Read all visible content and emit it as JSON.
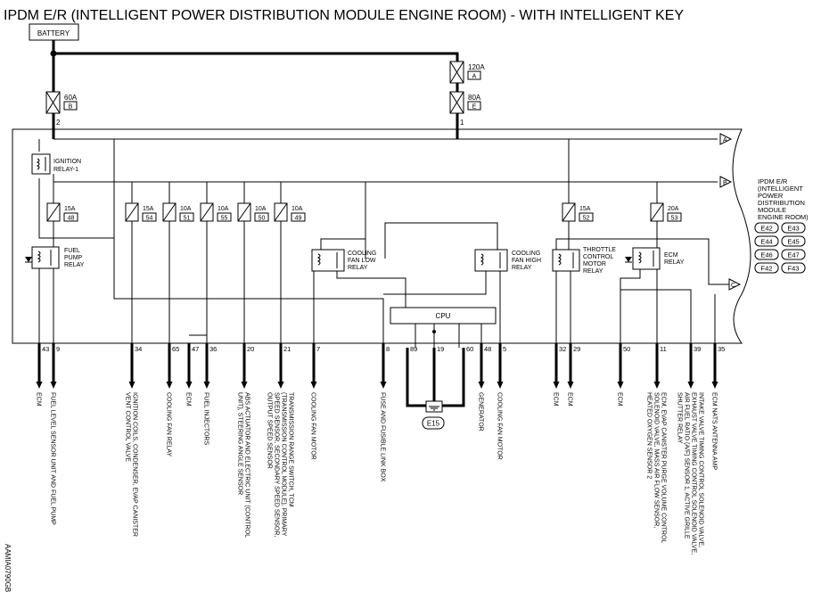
{
  "title": "IPDM E/R (INTELLIGENT POWER DISTRIBUTION MODULE ENGINE ROOM) - WITH INTELLIGENT KEY",
  "battery": "BATTERY",
  "cpu": "CPU",
  "ground": "E15",
  "watermark_code": "AAMIA0790GB",
  "module": {
    "label_lines": [
      "IPDM E/R",
      "(INTELLIGENT",
      "POWER",
      "DISTRIBUTION",
      "MODULE",
      "ENGINE ROOM)"
    ],
    "connectors": [
      [
        "E42",
        "E43"
      ],
      [
        "E44",
        "E45"
      ],
      [
        "E46",
        "E47"
      ],
      [
        "F42",
        "F43"
      ]
    ]
  },
  "links": {
    "a": "A",
    "b": "B",
    "c": "C"
  },
  "fusible_links": [
    {
      "rating": "120A",
      "id": "A"
    },
    {
      "rating": "60A",
      "id": "B",
      "terminal": "2"
    },
    {
      "rating": "80A",
      "id": "E",
      "terminal": "1"
    }
  ],
  "fuses": [
    {
      "rating": "15A",
      "num": "48"
    },
    {
      "rating": "15A",
      "num": "54"
    },
    {
      "rating": "10A",
      "num": "51"
    },
    {
      "rating": "10A",
      "num": "55"
    },
    {
      "rating": "10A",
      "num": "50"
    },
    {
      "rating": "10A",
      "num": "49"
    },
    {
      "rating": "15A",
      "num": "52"
    },
    {
      "rating": "20A",
      "num": "53"
    }
  ],
  "relays": [
    {
      "lines": [
        "IGNITION",
        "RELAY-1"
      ]
    },
    {
      "lines": [
        "FUEL",
        "PUMP",
        "RELAY"
      ]
    },
    {
      "lines": [
        "COOLING",
        "FAN LOW",
        "RELAY"
      ]
    },
    {
      "lines": [
        "COOLING",
        "FAN HIGH",
        "RELAY"
      ]
    },
    {
      "lines": [
        "THROTTLE",
        "CONTROL",
        "MOTOR",
        "RELAY"
      ]
    },
    {
      "lines": [
        "ECM",
        "RELAY"
      ]
    }
  ],
  "terminals": [
    "43",
    "9",
    "34",
    "65",
    "47",
    "36",
    "20",
    "21",
    "7",
    "8",
    "89",
    "19",
    "60",
    "48",
    "5",
    "32",
    "29",
    "50",
    "11",
    "39",
    "35"
  ],
  "destinations": [
    {
      "lines": [
        "ECM"
      ]
    },
    {
      "lines": [
        "FUEL LEVEL SENSOR UNIT AND FUEL PUMP"
      ]
    },
    {
      "lines": [
        "IGNITION COILS, CONDENSER, EVAP CANISTER",
        "VENT CONTROL VALVE"
      ]
    },
    {
      "lines": [
        "COOLING FAN RELAY"
      ]
    },
    {
      "lines": [
        "ECM"
      ]
    },
    {
      "lines": [
        "FUEL INJECTORS"
      ]
    },
    {
      "lines": [
        "ABS ACTUATOR AND ELECTRIC UNIT (CONTROL",
        "UNIT), STEERING ANGLE SENSOR"
      ]
    },
    {
      "lines": [
        "TRANSMISSION RANGE SWITCH, TCM",
        "(TRANSMISSION CONTROL MODULE), PRIMARY",
        "SPEED SENSOR, SECONDARY SPEED SENSOR,",
        "OUTPUT SPEED SENSOR"
      ]
    },
    {
      "lines": [
        "COOLING FAN MOTOR"
      ]
    },
    {
      "lines": [
        "FUSE AND FUSIBLE LINK BOX"
      ]
    },
    {
      "lines": [
        "GENERATOR"
      ]
    },
    {
      "lines": [
        "COOLING FAN MOTOR"
      ]
    },
    {
      "lines": [
        "ECM"
      ]
    },
    {
      "lines": [
        "ECM"
      ]
    },
    {
      "lines": [
        "ECM"
      ]
    },
    {
      "lines": [
        "ECM, EVAP CANISTER PURGE VOLUME CONTROL",
        "SOLENOID VALVE, MASS AIR FLOW SENSOR,",
        "HEATED OXYGEN SENSOR 2"
      ]
    },
    {
      "lines": [
        "INTAKE VALVE TIMING CONTROL SOLENOID VALVE,",
        "EXHAUST VALVE TIMING CONTROL SOLENOID VALVE,",
        "AIR FUEL RATIO (A/F) SENSOR 1, ACTIVE GRILLE",
        "SHUTTER RELAY"
      ]
    },
    {
      "lines": [
        "ECM NATS ANTENNA AMP"
      ]
    }
  ]
}
